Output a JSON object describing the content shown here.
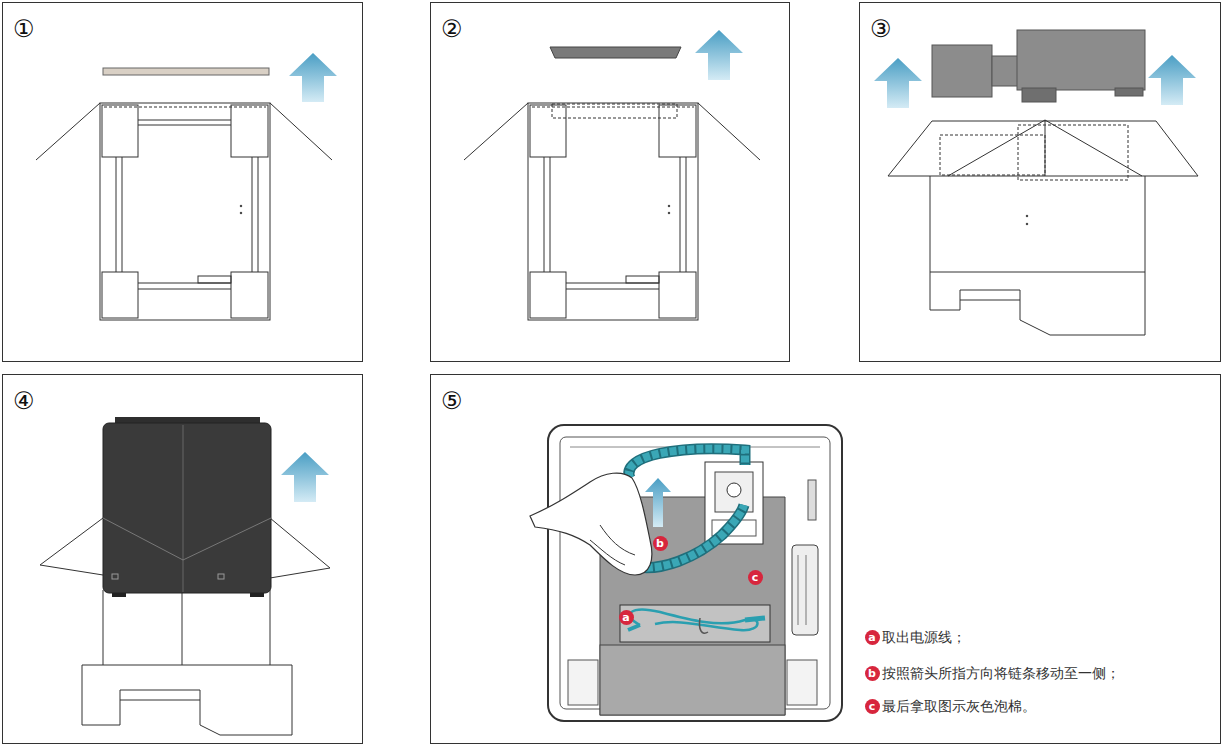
{
  "diagram": {
    "nodes": [
      {
        "text": [
          "①"
        ]
      },
      {
        "text": [
          "②"
        ]
      },
      {
        "text": [
          "③"
        ]
      },
      {
        "text": [
          "④"
        ]
      },
      {
        "text": [
          "⑤"
        ]
      }
    ],
    "labels": [
      "b",
      "c",
      "a",
      "a",
      "取出电源线；",
      "b",
      "按照箭头所指方向将链条移动至一侧；",
      "c",
      "最后拿取图示灰色泡棉。"
    ]
  }
}
